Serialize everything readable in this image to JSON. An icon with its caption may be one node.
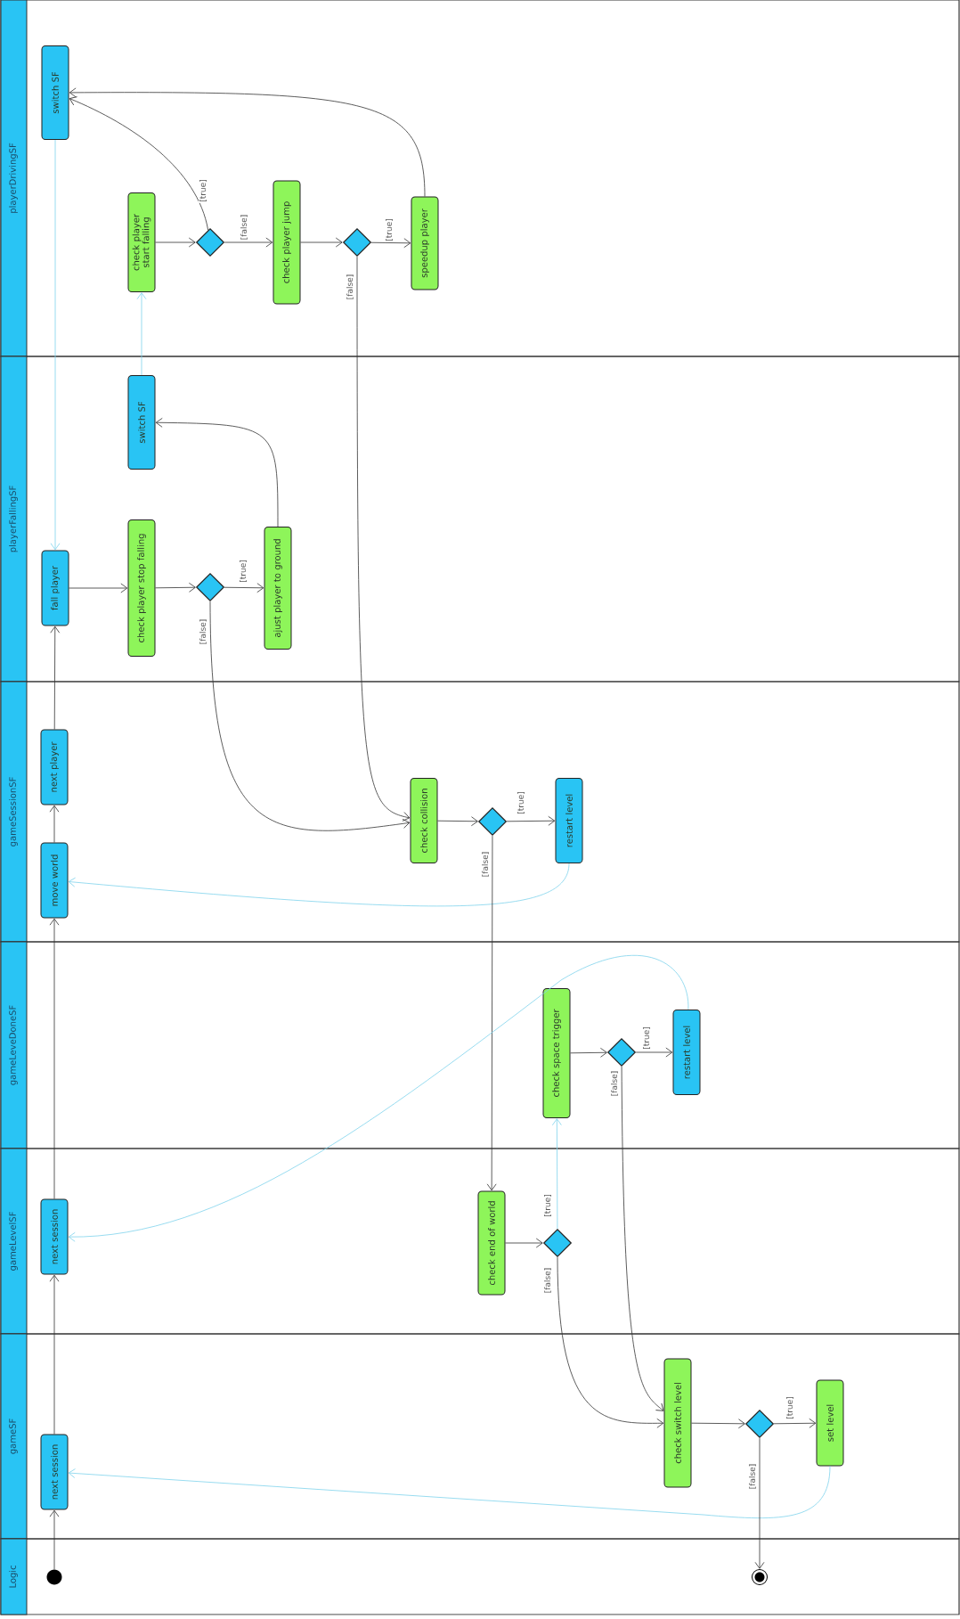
{
  "diagram": {
    "nodes": [
      {
        "text": [
          "playerDrivingSF"
        ]
      },
      {
        "text": [
          "switch SF"
        ],
        "in": 0
      },
      {
        "text": [
          "check player start falling"
        ],
        "in": 0
      },
      {
        "text": [],
        "shape": "diamond",
        "in": 0
      },
      {
        "text": [
          "check player jump"
        ],
        "in": 0
      },
      {
        "text": [],
        "shape": "diamond",
        "in": 0
      },
      {
        "text": [
          "speedup player"
        ],
        "in": 0
      },
      {
        "text": [
          "playerFallingSF"
        ]
      },
      {
        "text": [
          "switch SF"
        ],
        "in": 7
      },
      {
        "text": [
          "fall player"
        ],
        "in": 7
      },
      {
        "text": [
          "check player stop falling"
        ],
        "in": 7
      },
      {
        "text": [],
        "shape": "diamond",
        "in": 7
      },
      {
        "text": [
          "ajust player to ground"
        ],
        "in": 7
      },
      {
        "text": [
          "gameSessionSF"
        ]
      },
      {
        "text": [
          "next player"
        ],
        "in": 13
      },
      {
        "text": [
          "move world"
        ],
        "in": 13
      },
      {
        "text": [
          "check collision"
        ],
        "in": 13
      },
      {
        "text": [],
        "shape": "diamond",
        "in": 13
      },
      {
        "text": [
          "restart level"
        ],
        "in": 13
      },
      {
        "text": [
          "gameLeveDoneSF"
        ]
      },
      {
        "text": [
          "check space trigger"
        ],
        "in": 19
      },
      {
        "text": [],
        "shape": "diamond",
        "in": 19
      },
      {
        "text": [
          "restart level"
        ],
        "in": 19
      },
      {
        "text": [
          "gameLevelSF"
        ]
      },
      {
        "text": [
          "next session"
        ],
        "in": 23
      },
      {
        "text": [
          "check end of world"
        ],
        "in": 23
      },
      {
        "text": [],
        "shape": "diamond",
        "in": 23
      },
      {
        "text": [
          "gameSF"
        ]
      },
      {
        "text": [
          "next session"
        ],
        "in": 27
      },
      {
        "text": [
          "check switch level"
        ],
        "in": 27
      },
      {
        "text": [],
        "shape": "diamond",
        "in": 27
      },
      {
        "text": [
          "set level"
        ],
        "in": 27
      },
      {
        "text": [
          "Logic"
        ]
      },
      {
        "text": [],
        "shape": "circle",
        "in": 32
      },
      {
        "text": [],
        "shape": "circle",
        "in": 32
      }
    ],
    "edges": [
      {
        "from": 33,
        "to": 28,
        "arrow": "to"
      },
      {
        "from": 28,
        "to": 24,
        "arrow": "to"
      },
      {
        "from": 24,
        "to": 15,
        "arrow": "to"
      },
      {
        "from": 15,
        "to": 14,
        "arrow": "to"
      },
      {
        "from": 14,
        "to": 9,
        "arrow": "to"
      },
      {
        "from": 1,
        "to": 9,
        "arrow": "to",
        "color": "#7fd3ec"
      },
      {
        "from": 9,
        "to": 10,
        "arrow": "to"
      },
      {
        "from": 10,
        "to": 11,
        "arrow": "to"
      },
      {
        "from": 11,
        "to": 12,
        "arrow": "to",
        "label": "[true]"
      },
      {
        "from": 12,
        "to": 8,
        "arrow": "to"
      },
      {
        "from": 8,
        "to": 2,
        "arrow": "to",
        "color": "#7fd3ec"
      },
      {
        "from": 2,
        "to": 3,
        "arrow": "to"
      },
      {
        "from": 3,
        "to": 1,
        "arrow": "to",
        "label": "[true]"
      },
      {
        "from": 3,
        "to": 4,
        "arrow": "to",
        "label": "[false]"
      },
      {
        "from": 4,
        "to": 5,
        "arrow": "to"
      },
      {
        "from": 5,
        "to": 6,
        "arrow": "to",
        "label": "[true]"
      },
      {
        "from": 6,
        "to": 1,
        "arrow": "to"
      },
      {
        "from": 5,
        "to": 16,
        "arrow": "to",
        "label": "[false]"
      },
      {
        "from": 11,
        "to": 16,
        "arrow": "to",
        "label": "[false]"
      },
      {
        "from": 16,
        "to": 17,
        "arrow": "to"
      },
      {
        "from": 17,
        "to": 18,
        "arrow": "to",
        "label": "[true]"
      },
      {
        "from": 18,
        "to": 15,
        "arrow": "to",
        "color": "#7fd3ec"
      },
      {
        "from": 17,
        "to": 25,
        "arrow": "to",
        "label": "[false]"
      },
      {
        "from": 25,
        "to": 26,
        "arrow": "to"
      },
      {
        "from": 26,
        "to": 20,
        "arrow": "to",
        "label": "[true]",
        "color": "#7fd3ec"
      },
      {
        "from": 26,
        "to": 29,
        "arrow": "to",
        "label": "[false]"
      },
      {
        "from": 20,
        "to": 21,
        "arrow": "to"
      },
      {
        "from": 21,
        "to": 22,
        "arrow": "to",
        "label": "[true]"
      },
      {
        "from": 22,
        "to": 24,
        "arrow": "to",
        "color": "#7fd3ec"
      },
      {
        "from": 21,
        "to": 29,
        "arrow": "to",
        "label": "[false]"
      },
      {
        "from": 29,
        "to": 30,
        "arrow": "to"
      },
      {
        "from": 30,
        "to": 31,
        "arrow": "to",
        "label": "[true]"
      },
      {
        "from": 31,
        "to": 28,
        "arrow": "to",
        "color": "#7fd3ec"
      },
      {
        "from": 30,
        "to": 34,
        "arrow": "to",
        "label": "[false]"
      }
    ]
  }
}
